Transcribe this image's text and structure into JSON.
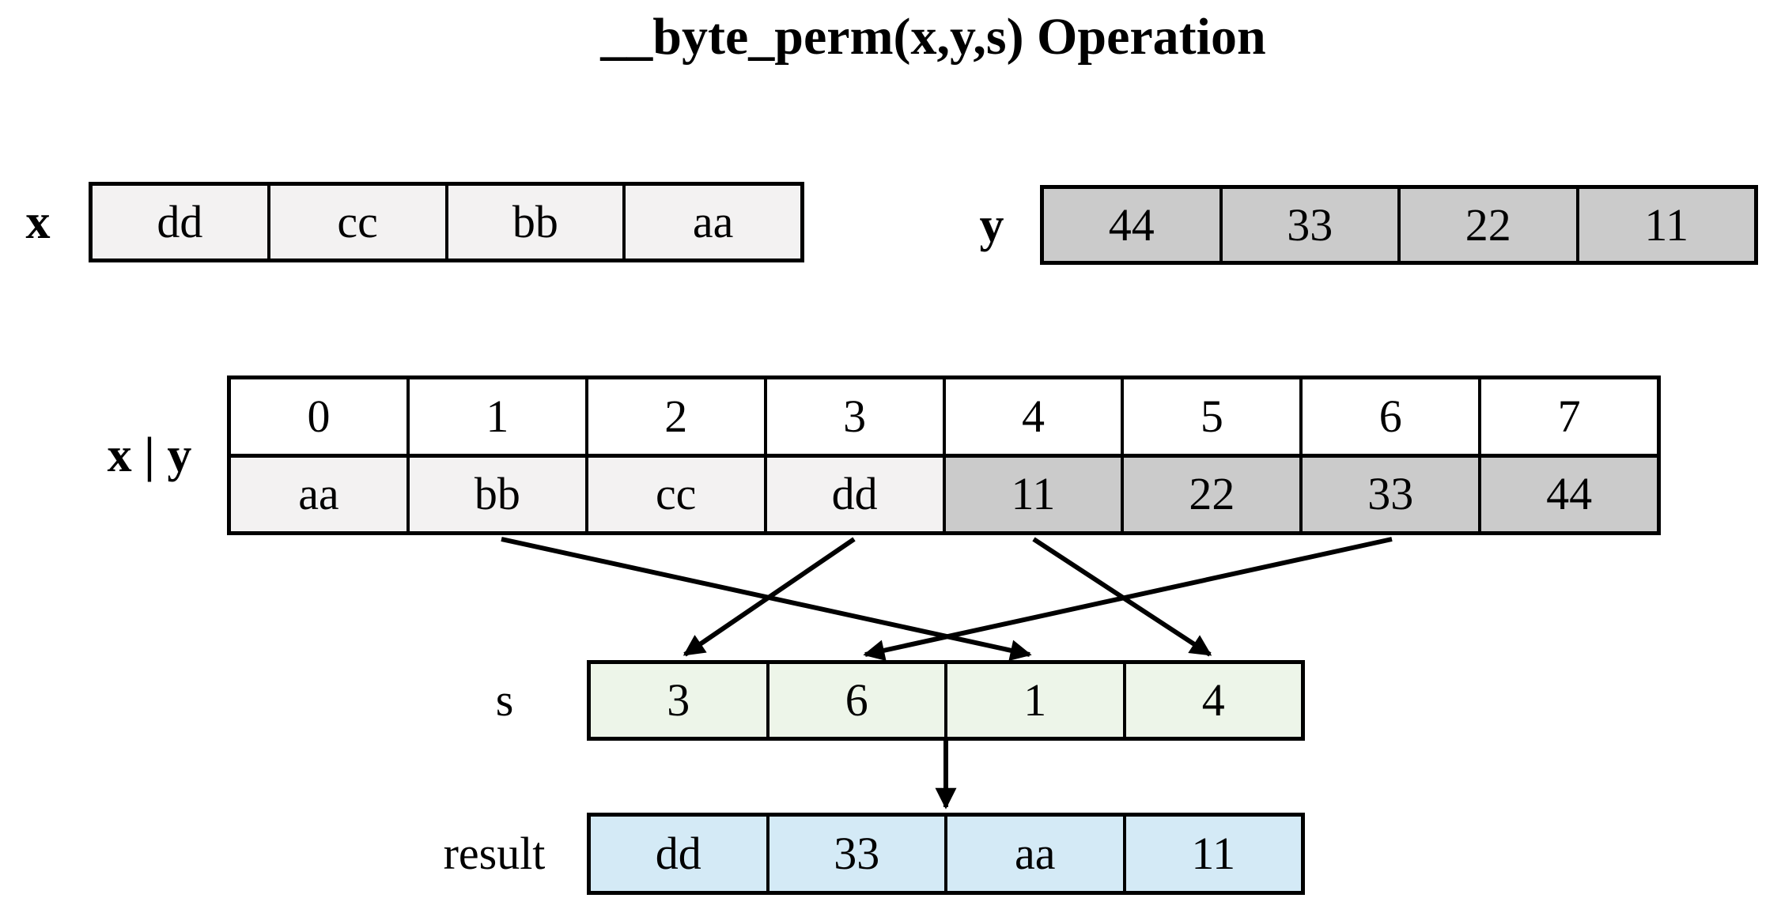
{
  "title": "__byte_perm(x,y,s) Operation",
  "x_register": {
    "label": "x",
    "cells": [
      "dd",
      "cc",
      "bb",
      "aa"
    ]
  },
  "y_register": {
    "label": "y",
    "cells": [
      "44",
      "33",
      "22",
      "11"
    ]
  },
  "xy_register": {
    "label": "x | y",
    "indices": [
      "0",
      "1",
      "2",
      "3",
      "4",
      "5",
      "6",
      "7"
    ],
    "bytes": [
      "aa",
      "bb",
      "cc",
      "dd",
      "11",
      "22",
      "33",
      "44"
    ]
  },
  "s_register": {
    "label": "s",
    "cells": [
      "3",
      "6",
      "1",
      "4"
    ]
  },
  "result_register": {
    "label": "result",
    "cells": [
      "dd",
      "33",
      "aa",
      "11"
    ]
  },
  "arrows": [
    {
      "from": "xy-byte-3-dd",
      "to": "s-cell-0"
    },
    {
      "from": "xy-byte-6-33",
      "to": "s-cell-1"
    },
    {
      "from": "xy-byte-1-bb",
      "to": "s-cell-2"
    },
    {
      "from": "xy-byte-4-11",
      "to": "s-cell-3"
    },
    {
      "from": "s-register",
      "to": "result-register"
    }
  ],
  "colors": {
    "background": "#ffffff",
    "border": "#000000",
    "text": "#000000",
    "x_fill": "#f3f2f2",
    "y_fill": "#cbcbcb",
    "index_fill": "#ffffff",
    "s_fill": "#edf5e9",
    "result_fill": "#d4eaf6"
  }
}
